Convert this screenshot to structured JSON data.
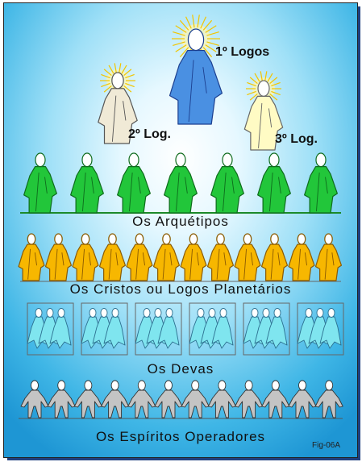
{
  "top": {
    "logos1": "1º Logos",
    "logos2": "2º Log.",
    "logos3": "3º Log."
  },
  "captions": {
    "archetypes": "Os  Arquétipos",
    "christs": "Os  Cristos ou Logos Planetários",
    "devas": "Os  Devas",
    "spirits": "Os  Espíritos  Operadores"
  },
  "fig_label": "Fig-06A",
  "colors": {
    "logos1": "#4a90e2",
    "logos2": "#f0ead6",
    "logos3": "#fffbc4",
    "archetypes": "#22c63a",
    "christs": "#f7b700",
    "devas": "#7fe5ef",
    "spirits": "#c4c4c4"
  },
  "rows": {
    "archetypes_count": 7,
    "christs_count": 12,
    "devas_groups": 6,
    "devas_per_group": 3,
    "spirits_count": 12
  }
}
